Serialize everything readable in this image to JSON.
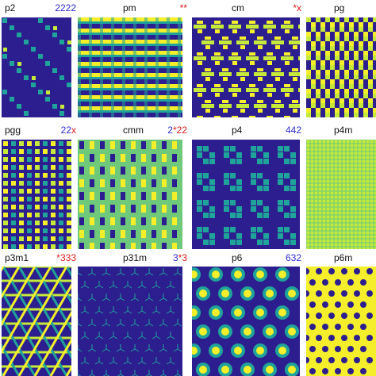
{
  "palette": {
    "navy": "#2d1e8f",
    "teal": "#1fa39a",
    "lime": "#c6ea3a",
    "yellow": "#f4ef2a",
    "green": "#6fc97b"
  },
  "panels": [
    {
      "name": "p2",
      "orbifold": [
        {
          "t": "2222",
          "c": "b"
        }
      ]
    },
    {
      "name": "pm",
      "orbifold": [
        {
          "t": "**",
          "c": "r"
        }
      ]
    },
    {
      "name": "cm",
      "orbifold": [
        {
          "t": "*x",
          "c": "r"
        }
      ]
    },
    {
      "name": "pg",
      "orbifold": []
    },
    {
      "name": "pgg",
      "orbifold": [
        {
          "t": "22",
          "c": "b"
        },
        {
          "t": "x",
          "c": "r"
        }
      ]
    },
    {
      "name": "cmm",
      "orbifold": [
        {
          "t": "2",
          "c": "b"
        },
        {
          "t": "*22",
          "c": "r"
        }
      ]
    },
    {
      "name": "p4",
      "orbifold": [
        {
          "t": "442",
          "c": "b"
        }
      ]
    },
    {
      "name": "p4m",
      "orbifold": []
    },
    {
      "name": "p3m1",
      "orbifold": [
        {
          "t": "*333",
          "c": "r"
        }
      ]
    },
    {
      "name": "p31m",
      "orbifold": [
        {
          "t": "3",
          "c": "b"
        },
        {
          "t": "*3",
          "c": "r"
        }
      ]
    },
    {
      "name": "p6",
      "orbifold": [
        {
          "t": "632",
          "c": "b"
        }
      ]
    },
    {
      "name": "p6m",
      "orbifold": []
    }
  ]
}
